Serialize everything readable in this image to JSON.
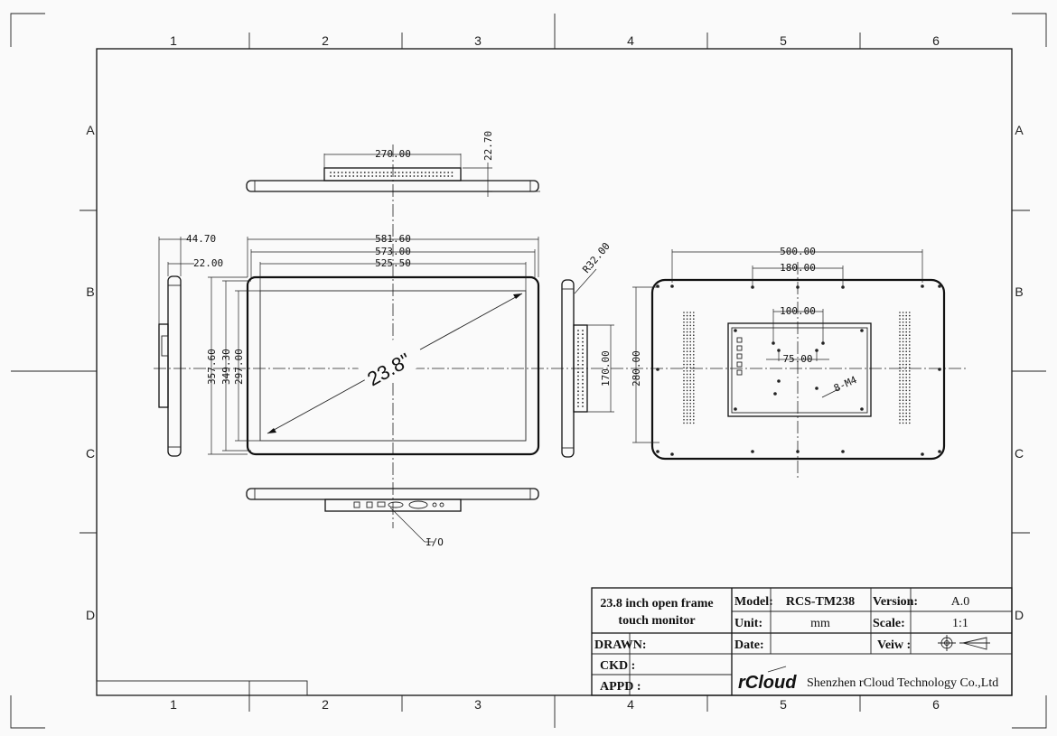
{
  "zones": {
    "columns": [
      "1",
      "2",
      "3",
      "4",
      "5",
      "6"
    ],
    "rows": [
      "A",
      "B",
      "C",
      "D"
    ]
  },
  "dims": {
    "top_width": "270.00",
    "top_depth": "22.70",
    "side_depth": "44.70",
    "side_bezel": "22.00",
    "overall_width": "581.60",
    "frame_width": "573.00",
    "active_width": "525.50",
    "overall_height": "357.60",
    "frame_height": "349.30",
    "active_height": "297.00",
    "corner_radius": "R32.00",
    "screen_size": "23.8\"",
    "right_side_height": "170.00",
    "back_width": "500.00",
    "back_inner": "180.00",
    "vesa_100": "100.00",
    "vesa_75": "75.00",
    "back_height": "280.00",
    "screw": "8-M4",
    "io": "I/O"
  },
  "title_block": {
    "title_line1": "23.8 inch open frame",
    "title_line2": "touch monitor",
    "model_label": "Model:",
    "model_value": "RCS-TM238",
    "version_label": "Version:",
    "version_value": "A.0",
    "unit_label": "Unit:",
    "unit_value": "mm",
    "scale_label": "Scale:",
    "scale_value": "1:1",
    "drawn_label": "DRAWN:",
    "date_label": "Date:",
    "view_label": "Veiw :",
    "ckd_label": "CKD :",
    "appd_label": "APPD :",
    "logo": "rCloud",
    "company": "Shenzhen rCloud Technology Co.,Ltd"
  }
}
